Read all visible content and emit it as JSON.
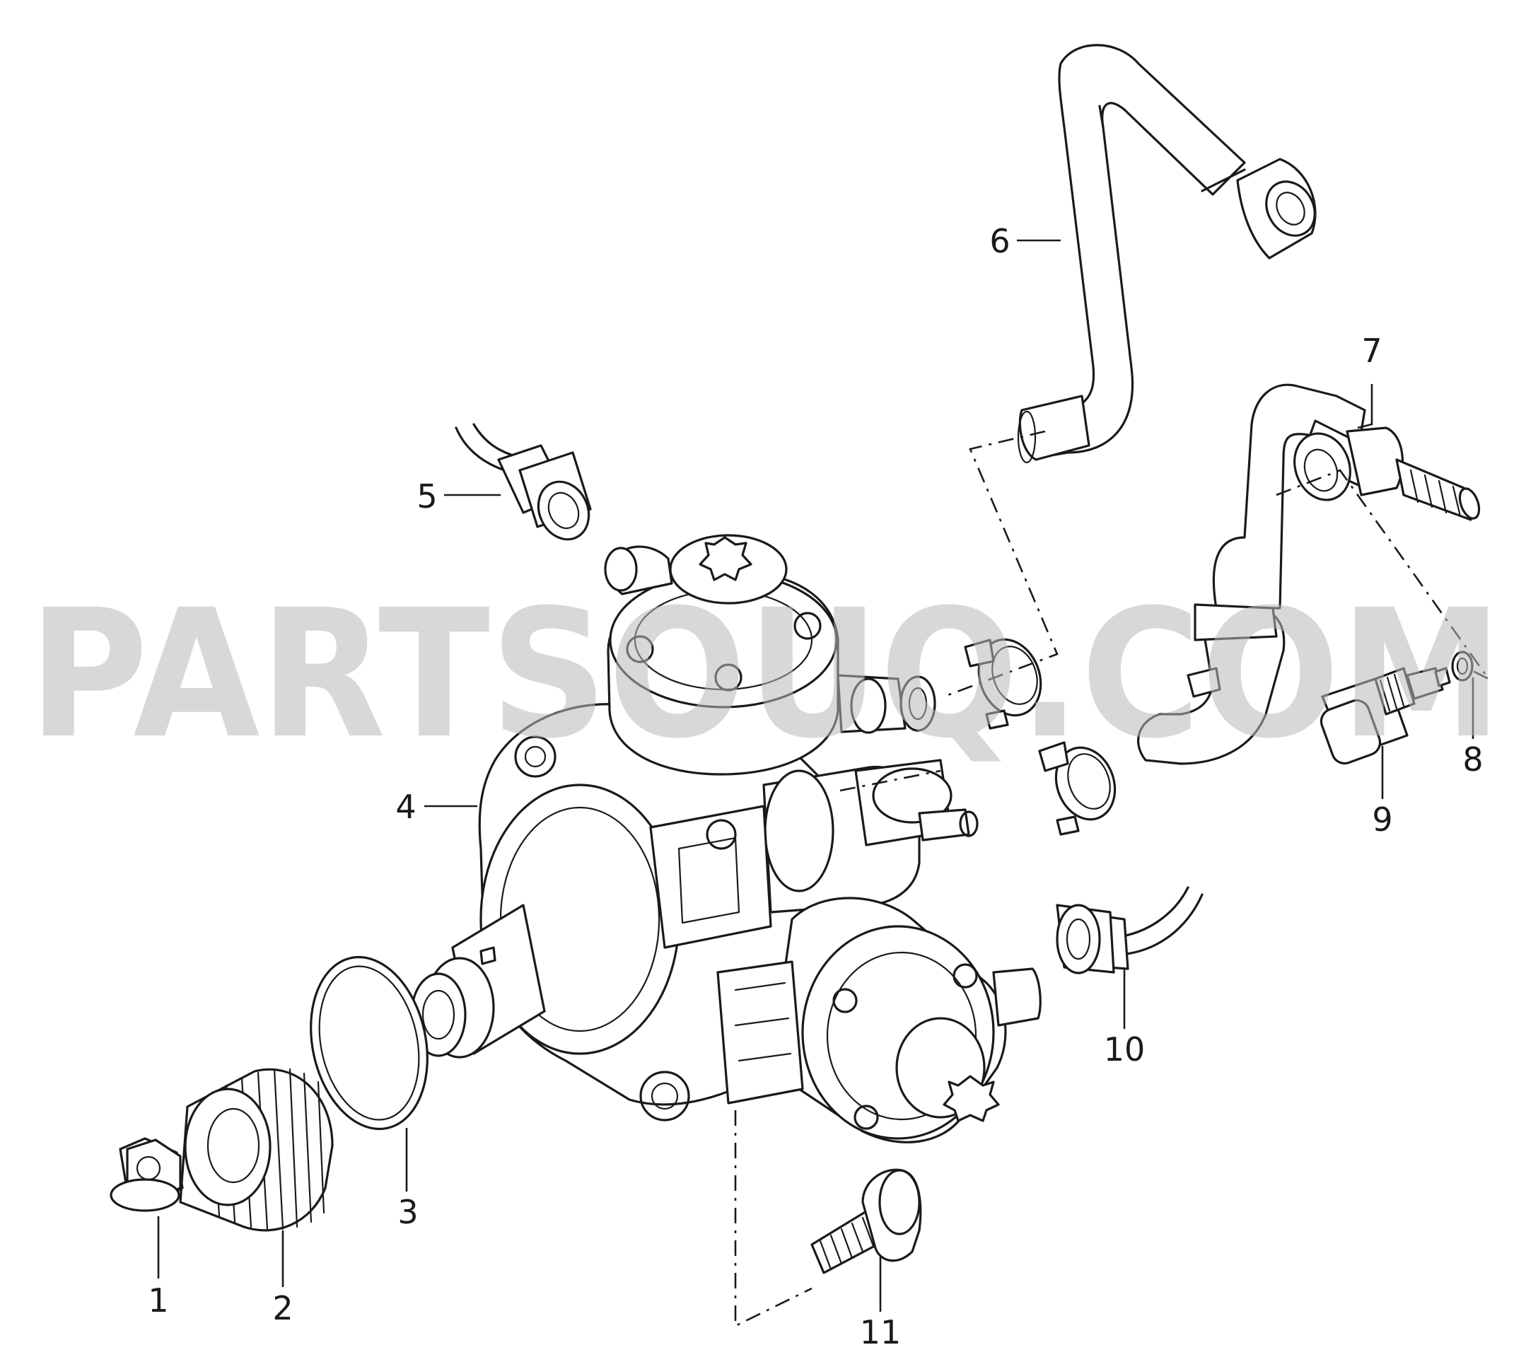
{
  "watermark": "PARTSOUQ.COM",
  "callouts": [
    "1",
    "2",
    "3",
    "4",
    "5",
    "6",
    "7",
    "8",
    "9",
    "10",
    "11"
  ],
  "colors": {
    "line": "#1a1a1a",
    "watermark": "#b9b9b9",
    "background": "#ffffff"
  }
}
